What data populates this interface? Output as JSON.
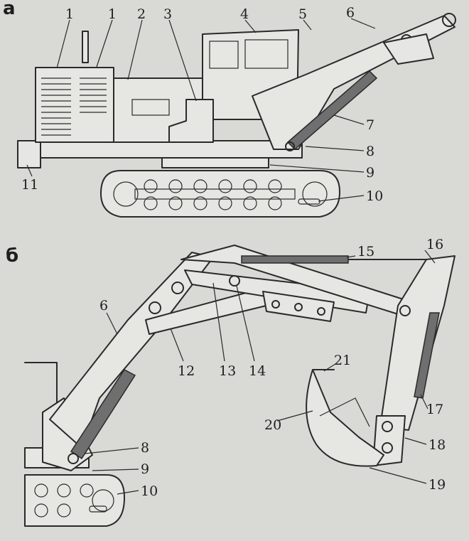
{
  "panels": {
    "top": "а",
    "bottom": "б"
  },
  "labels": {
    "top": [
      "1",
      "1",
      "2",
      "3",
      "4",
      "5",
      "6",
      "7",
      "8",
      "9",
      "10",
      "11"
    ],
    "bottom": [
      "15",
      "16",
      "6",
      "12",
      "13",
      "14",
      "21",
      "17",
      "20",
      "18",
      "8",
      "9",
      "10",
      "19"
    ]
  },
  "colors": {
    "ink": "#2a2a2a",
    "paper": "#d9d9d6",
    "fill": "#e6e6e2",
    "cylinder": "#6f6f6f"
  }
}
